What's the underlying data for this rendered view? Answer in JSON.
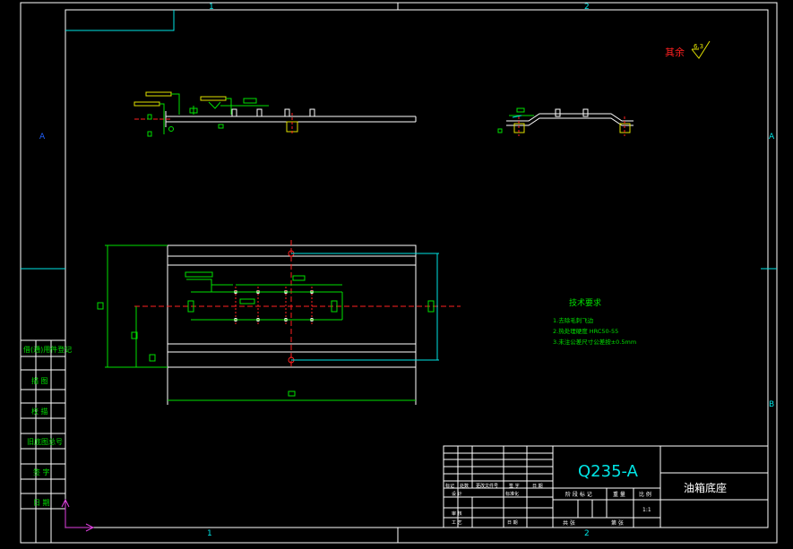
{
  "colors": {
    "background": "#000000",
    "border": "#ffffff",
    "cyan": "#00e5e5",
    "green": "#00e000",
    "red": "#ff2020",
    "yellow": "#e0e000",
    "magenta": "#e040e0",
    "white": "#ffffff"
  },
  "zone_marks": {
    "top": [
      "1",
      "2"
    ],
    "bottom": [
      "1",
      "2"
    ],
    "left": [
      "A"
    ],
    "right": [
      "A",
      "B"
    ]
  },
  "side_panel": {
    "rows": [
      "借(通)用件登记",
      "描 图",
      "校 描",
      "旧底图总号",
      "签 字",
      "日 期"
    ]
  },
  "surface_note": {
    "text": "其余",
    "roughness_value": "6.3"
  },
  "tech_requirements": {
    "title": "技术要求",
    "items": [
      "1.去除毛刺飞边",
      "2.热处理硬度 HRC50-55",
      "3.未注公差尺寸公差按±0.5mm"
    ]
  },
  "title_block": {
    "material": "Q235-A",
    "part_name": "油箱底座",
    "header_cells": [
      "标记",
      "处数",
      "更改文件号",
      "签 字",
      "日 期"
    ],
    "designer_label": "设 计",
    "standardization_label": "标准化",
    "review_label": "审 核",
    "process_label": "工 艺",
    "approval_label": "日 期",
    "stage_label": "阶 段 标 记",
    "weight_label": "重 量",
    "scale_label": "比 例",
    "scale_value": "1:1",
    "sheet_label": "共 张",
    "page_label": "第 张"
  }
}
